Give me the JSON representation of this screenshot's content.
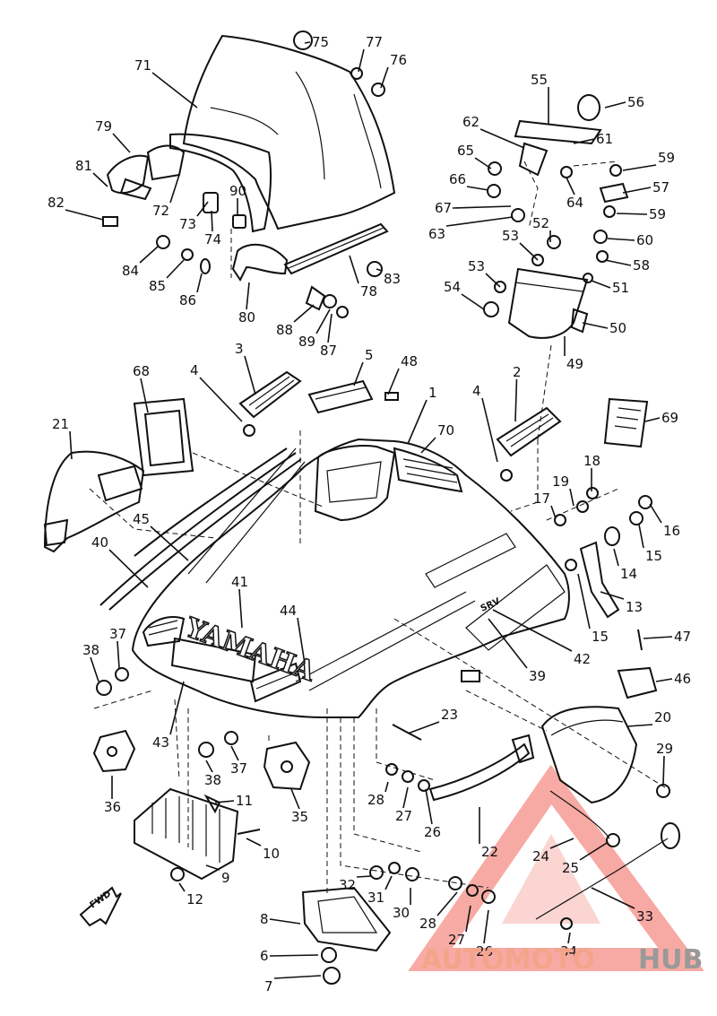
{
  "diagram": {
    "brand_text": "YAMAHA",
    "badge_text": "SRV",
    "fwd_text": "FWD",
    "labels": [
      "1",
      "2",
      "3",
      "4",
      "4",
      "5",
      "6",
      "7",
      "8",
      "9",
      "10",
      "11",
      "12",
      "13",
      "14",
      "15",
      "15",
      "16",
      "17",
      "18",
      "19",
      "20",
      "21",
      "22",
      "23",
      "24",
      "25",
      "26",
      "26",
      "27",
      "27",
      "28",
      "28",
      "29",
      "30",
      "31",
      "32",
      "33",
      "34",
      "35",
      "36",
      "37",
      "37",
      "38",
      "38",
      "39",
      "40",
      "41",
      "42",
      "43",
      "44",
      "45",
      "46",
      "47",
      "48",
      "49",
      "50",
      "51",
      "52",
      "53",
      "53",
      "54",
      "55",
      "56",
      "57",
      "58",
      "59",
      "59",
      "60",
      "61",
      "62",
      "63",
      "64",
      "65",
      "66",
      "67",
      "68",
      "69",
      "70",
      "71",
      "72",
      "73",
      "74",
      "75",
      "76",
      "77",
      "78",
      "79",
      "80",
      "81",
      "82",
      "83",
      "84",
      "85",
      "86",
      "87",
      "88",
      "89",
      "90"
    ]
  },
  "watermark": {
    "part1": "AUTOMOTO",
    "part2": "HUB",
    "colors": {
      "primary": "#f4a48a",
      "secondary": "#999999",
      "triangle": "#f2665a"
    }
  }
}
